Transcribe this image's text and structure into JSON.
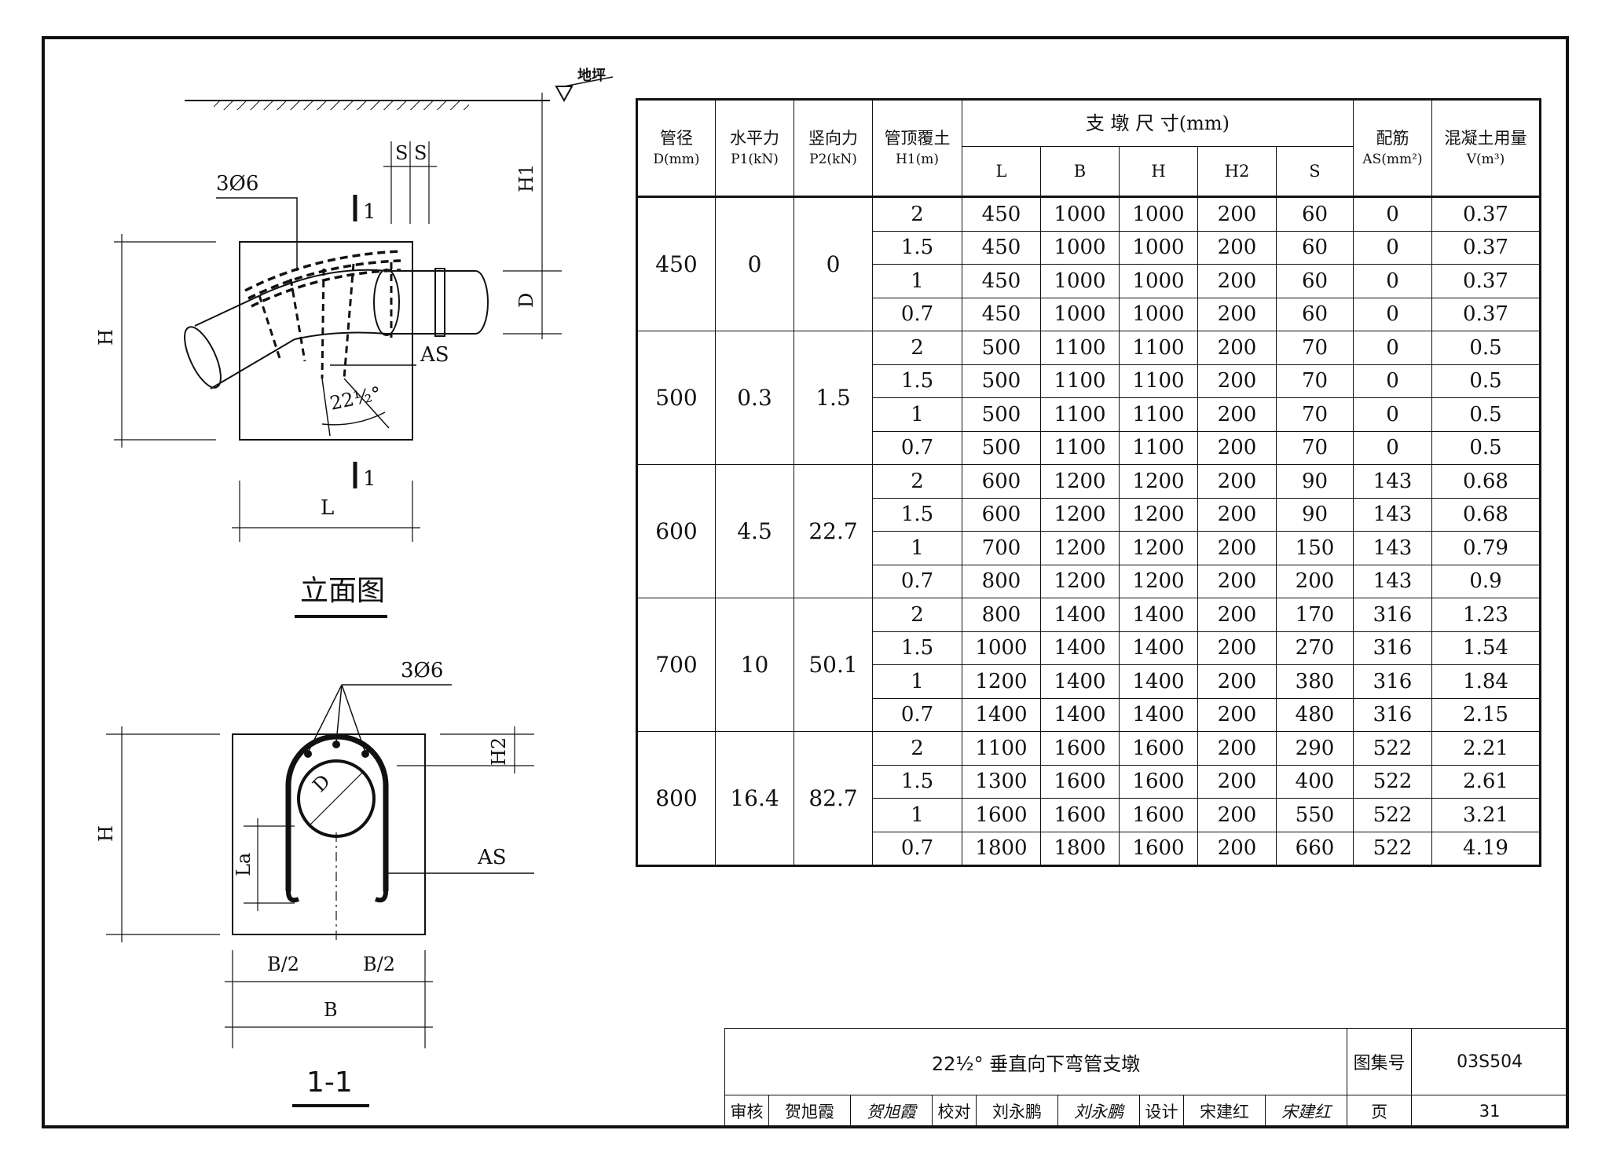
{
  "elevation": {
    "title": "立面图",
    "rebar_label": "3Ø6",
    "section_mark": "1",
    "as_label": "AS",
    "angle_label": "22½°",
    "ground_label": "地坪",
    "dim_H": "H",
    "dim_L": "L",
    "dim_H1": "H1",
    "dim_D": "D",
    "dim_S": "S"
  },
  "section": {
    "title": "1-1",
    "rebar_label": "3Ø6",
    "as_label": "AS",
    "dim_H": "H",
    "dim_H2": "H2",
    "dim_La": "La",
    "dim_D": "D",
    "dim_B_half": "B/2",
    "dim_B": "B"
  },
  "table": {
    "headers": {
      "diameter": "管径",
      "diameter_unit": "D(mm)",
      "horizontal": "水平力",
      "horizontal_unit": "P1(kN)",
      "vertical": "竖向力",
      "vertical_unit": "P2(kN)",
      "cover": "管顶覆土",
      "cover_unit": "H1(m)",
      "dims": "支 墩 尺 寸(mm)",
      "L": "L",
      "B": "B",
      "H": "H",
      "H2": "H2",
      "S": "S",
      "rebar": "配筋",
      "rebar_unit": "AS(mm²)",
      "concrete": "混凝土用量",
      "concrete_unit": "V(m³)"
    },
    "groups": [
      {
        "d": "450",
        "p1": "0",
        "p2": "0",
        "rows": [
          [
            "2",
            "450",
            "1000",
            "1000",
            "200",
            "60",
            "0",
            "0.37"
          ],
          [
            "1.5",
            "450",
            "1000",
            "1000",
            "200",
            "60",
            "0",
            "0.37"
          ],
          [
            "1",
            "450",
            "1000",
            "1000",
            "200",
            "60",
            "0",
            "0.37"
          ],
          [
            "0.7",
            "450",
            "1000",
            "1000",
            "200",
            "60",
            "0",
            "0.37"
          ]
        ]
      },
      {
        "d": "500",
        "p1": "0.3",
        "p2": "1.5",
        "rows": [
          [
            "2",
            "500",
            "1100",
            "1100",
            "200",
            "70",
            "0",
            "0.5"
          ],
          [
            "1.5",
            "500",
            "1100",
            "1100",
            "200",
            "70",
            "0",
            "0.5"
          ],
          [
            "1",
            "500",
            "1100",
            "1100",
            "200",
            "70",
            "0",
            "0.5"
          ],
          [
            "0.7",
            "500",
            "1100",
            "1100",
            "200",
            "70",
            "0",
            "0.5"
          ]
        ]
      },
      {
        "d": "600",
        "p1": "4.5",
        "p2": "22.7",
        "rows": [
          [
            "2",
            "600",
            "1200",
            "1200",
            "200",
            "90",
            "143",
            "0.68"
          ],
          [
            "1.5",
            "600",
            "1200",
            "1200",
            "200",
            "90",
            "143",
            "0.68"
          ],
          [
            "1",
            "700",
            "1200",
            "1200",
            "200",
            "150",
            "143",
            "0.79"
          ],
          [
            "0.7",
            "800",
            "1200",
            "1200",
            "200",
            "200",
            "143",
            "0.9"
          ]
        ]
      },
      {
        "d": "700",
        "p1": "10",
        "p2": "50.1",
        "rows": [
          [
            "2",
            "800",
            "1400",
            "1400",
            "200",
            "170",
            "316",
            "1.23"
          ],
          [
            "1.5",
            "1000",
            "1400",
            "1400",
            "200",
            "270",
            "316",
            "1.54"
          ],
          [
            "1",
            "1200",
            "1400",
            "1400",
            "200",
            "380",
            "316",
            "1.84"
          ],
          [
            "0.7",
            "1400",
            "1400",
            "1400",
            "200",
            "480",
            "316",
            "2.15"
          ]
        ]
      },
      {
        "d": "800",
        "p1": "16.4",
        "p2": "82.7",
        "rows": [
          [
            "2",
            "1100",
            "1600",
            "1600",
            "200",
            "290",
            "522",
            "2.21"
          ],
          [
            "1.5",
            "1300",
            "1600",
            "1600",
            "200",
            "400",
            "522",
            "2.61"
          ],
          [
            "1",
            "1600",
            "1600",
            "1600",
            "200",
            "550",
            "522",
            "3.21"
          ],
          [
            "0.7",
            "1800",
            "1800",
            "1600",
            "200",
            "660",
            "522",
            "4.19"
          ]
        ]
      }
    ]
  },
  "title_block": {
    "drawing_title": "22½° 垂直向下弯管支墩",
    "atlas_label": "图集号",
    "atlas_no": "03S504",
    "review_label": "审核",
    "reviewer": "贺旭霞",
    "reviewer_sig": "贺旭霞",
    "check_label": "校对",
    "checker": "刘永鹏",
    "checker_sig": "刘永鹏",
    "design_label": "设计",
    "designer": "宋建红",
    "designer_sig": "宋建红",
    "page_label": "页",
    "page_no": "31"
  }
}
